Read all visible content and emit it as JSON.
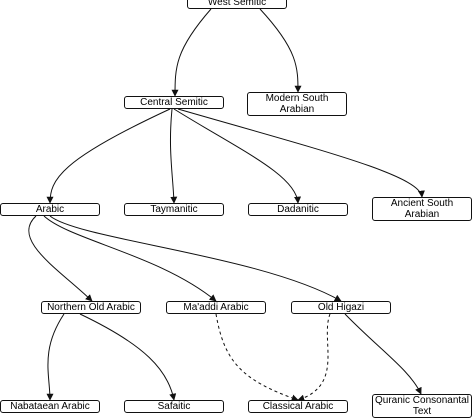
{
  "nodes": {
    "west_semitic": "West Semitic",
    "central_semitic": "Central Semitic",
    "modern_south_arabian": "Modern South\nArabian",
    "arabic": "Arabic",
    "taymanitic": "Taymanitic",
    "dadanitic": "Dadanitic",
    "ancient_south_arabian": "Ancient South\nArabian",
    "northern_old_arabic": "Northern Old Arabic",
    "maaddi_arabic": "Ma'addi Arabic",
    "old_higazi": "Old Higazi",
    "nabataean_arabic": "Nabataean Arabic",
    "safaitic": "Safaitic",
    "classical_arabic": "Classical Arabic",
    "quranic_consonantal_text": "Quranic Consonantal\nText"
  },
  "edges": [
    {
      "from": "west_semitic",
      "to": "central_semitic",
      "style": "solid"
    },
    {
      "from": "west_semitic",
      "to": "modern_south_arabian",
      "style": "solid"
    },
    {
      "from": "central_semitic",
      "to": "arabic",
      "style": "solid"
    },
    {
      "from": "central_semitic",
      "to": "taymanitic",
      "style": "solid"
    },
    {
      "from": "central_semitic",
      "to": "dadanitic",
      "style": "solid"
    },
    {
      "from": "central_semitic",
      "to": "ancient_south_arabian",
      "style": "solid"
    },
    {
      "from": "arabic",
      "to": "northern_old_arabic",
      "style": "solid"
    },
    {
      "from": "arabic",
      "to": "maaddi_arabic",
      "style": "solid"
    },
    {
      "from": "arabic",
      "to": "old_higazi",
      "style": "solid"
    },
    {
      "from": "northern_old_arabic",
      "to": "nabataean_arabic",
      "style": "solid"
    },
    {
      "from": "northern_old_arabic",
      "to": "safaitic",
      "style": "solid"
    },
    {
      "from": "maaddi_arabic",
      "to": "classical_arabic",
      "style": "dashed"
    },
    {
      "from": "old_higazi",
      "to": "classical_arabic",
      "style": "dashed"
    },
    {
      "from": "old_higazi",
      "to": "quranic_consonantal_text",
      "style": "solid"
    }
  ]
}
